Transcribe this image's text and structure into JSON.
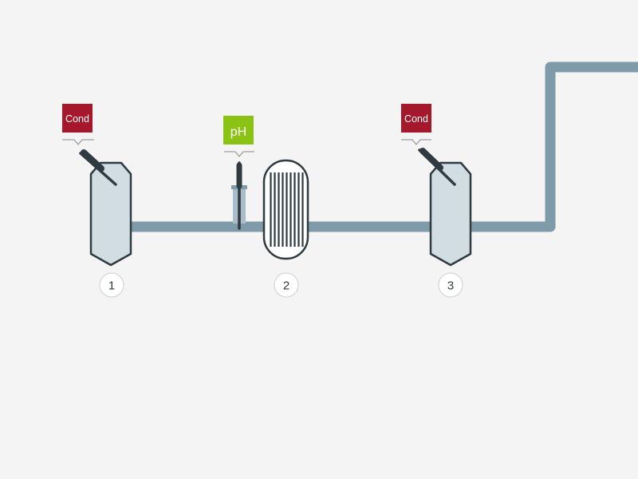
{
  "colors": {
    "background": "#f4f4f4",
    "pipe": "#7f9aa8",
    "vessel_fill": "#d1dce3",
    "outline": "#2f3a41",
    "cond_label": "#a5172b",
    "ph_label": "#8bc314",
    "badge_fill": "#ffffff",
    "badge_stroke": "#cfcfcf"
  },
  "sensors": [
    {
      "label": "Cond",
      "type": "conductivity",
      "color": "#a5172b"
    },
    {
      "label": "pH",
      "type": "ph",
      "color": "#8bc314"
    },
    {
      "label": "Cond",
      "type": "conductivity",
      "color": "#a5172b"
    }
  ],
  "stations": [
    {
      "number": "1",
      "equipment": "vessel"
    },
    {
      "number": "2",
      "equipment": "heat-exchanger"
    },
    {
      "number": "3",
      "equipment": "vessel"
    }
  ]
}
